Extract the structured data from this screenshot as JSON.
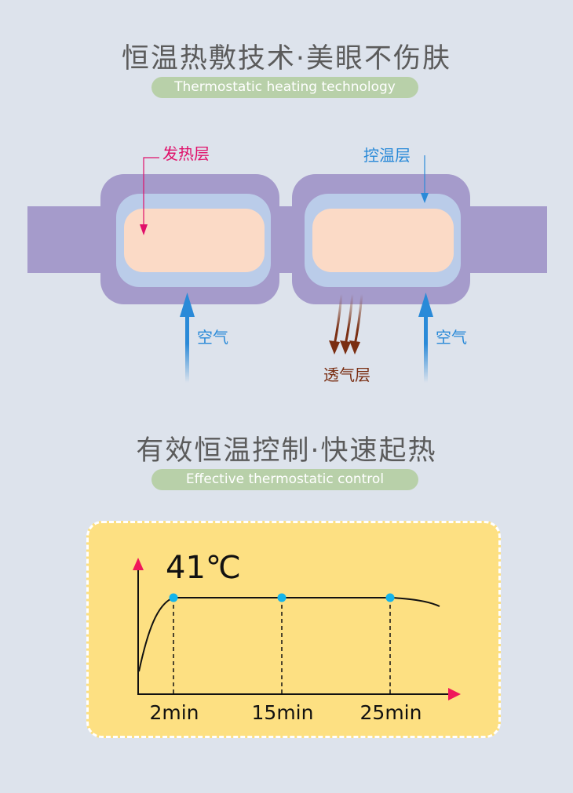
{
  "section1": {
    "title": "恒温热敷技术·美眼不伤肤",
    "subtitle": "Thermostatic heating technology",
    "labels": {
      "heating_layer": "发热层",
      "temp_control_layer": "控温层",
      "air_left": "空气",
      "air_right": "空气",
      "breathable_layer": "透气层"
    }
  },
  "section2": {
    "title": "有效恒温控制·快速起热",
    "subtitle": "Effective thermostatic control"
  },
  "colors": {
    "heating": "#e0106a",
    "control": "#2a8ad8",
    "breathable": "#7a2e12",
    "strap": "#a59bcb",
    "chart_bg": "#fde082"
  },
  "chart_data": {
    "type": "line",
    "title": "41℃",
    "x_ticks": [
      "2min",
      "15min",
      "25min"
    ],
    "marked_points": [
      {
        "x": 2,
        "y": 41
      },
      {
        "x": 15,
        "y": 41
      },
      {
        "x": 25,
        "y": 41
      }
    ],
    "plateau_value": 41,
    "grid": false
  }
}
